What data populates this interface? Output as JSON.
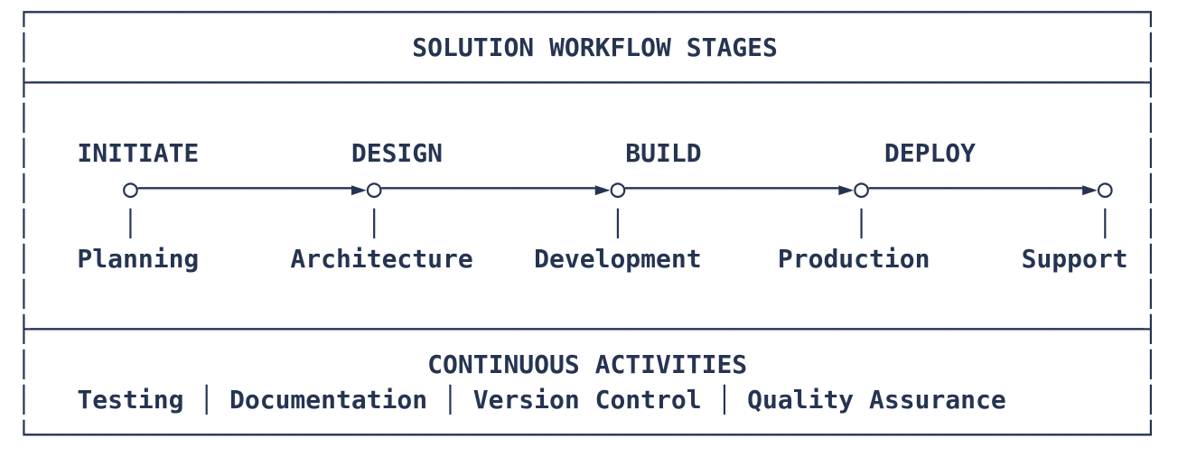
{
  "header": {
    "title": "SOLUTION WORKFLOW STAGES"
  },
  "workflow": {
    "stages": [
      "INITIATE",
      "DESIGN",
      "BUILD",
      "DEPLOY"
    ],
    "nodes": [
      "Planning",
      "Architecture",
      "Development",
      "Production",
      "Support"
    ]
  },
  "continuous": {
    "title": "CONTINUOUS ACTIVITIES",
    "activities": [
      "Testing",
      "Documentation",
      "Version Control",
      "Quality Assurance"
    ],
    "separator": "│"
  },
  "glyphs": {
    "node_icon": "○",
    "arrow_icon": "►",
    "tick_icon": "│",
    "horizontal_line": "─",
    "vertical_line": "│",
    "corner_top_left": "┌",
    "corner_top_right": "┐",
    "corner_bottom_left": "└",
    "corner_bottom_right": "┘",
    "tee_left": "├",
    "tee_right": "┤"
  },
  "colors": {
    "ink": "#263452",
    "background": "#ffffff"
  }
}
